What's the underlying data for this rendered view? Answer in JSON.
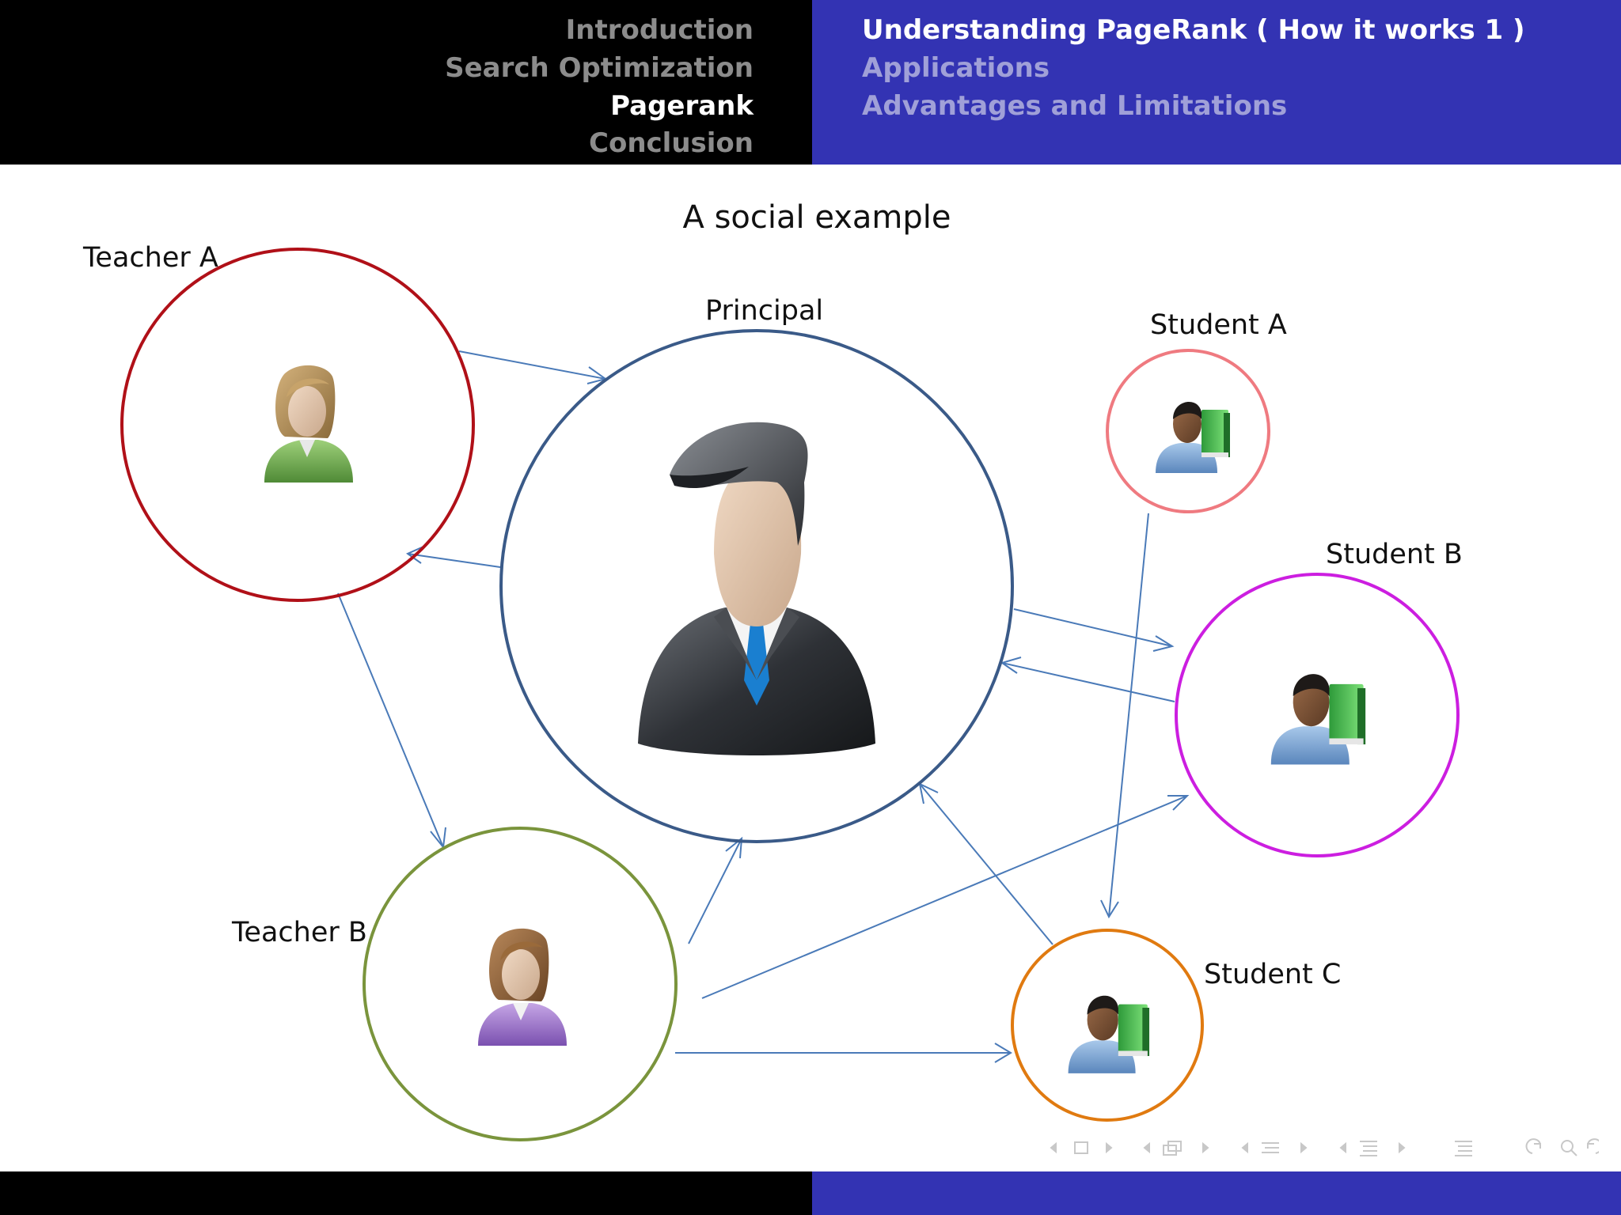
{
  "header": {
    "sections": [
      {
        "label": "Introduction",
        "active": false
      },
      {
        "label": "Search Optimization",
        "active": false
      },
      {
        "label": "Pagerank",
        "active": true
      },
      {
        "label": "Conclusion",
        "active": false
      }
    ],
    "subsections": [
      {
        "label": "Understanding PageRank ( How it works 1 )",
        "active": true
      },
      {
        "label": "Applications",
        "active": false
      },
      {
        "label": "Advantages and Limitations",
        "active": false
      }
    ]
  },
  "slide": {
    "title": "A social example"
  },
  "nodes": {
    "teacher_a": {
      "label": "Teacher A",
      "color": "#b01018",
      "icon": "female-user-icon"
    },
    "principal": {
      "label": "Principal",
      "color": "#3a5a88",
      "icon": "businessman-icon"
    },
    "student_a": {
      "label": "Student A",
      "color": "#ef7a80",
      "icon": "student-icon"
    },
    "student_b": {
      "label": "Student B",
      "color": "#cc1ee0",
      "icon": "student-icon"
    },
    "teacher_b": {
      "label": "Teacher B",
      "color": "#7a943c",
      "icon": "female-user-icon"
    },
    "student_c": {
      "label": "Student C",
      "color": "#e07a10",
      "icon": "student-icon"
    }
  },
  "edges": [
    {
      "from": "Teacher A",
      "to": "Principal"
    },
    {
      "from": "Principal",
      "to": "Teacher A"
    },
    {
      "from": "Teacher A",
      "to": "Teacher B"
    },
    {
      "from": "Teacher B",
      "to": "Principal"
    },
    {
      "from": "Teacher B",
      "to": "Student B"
    },
    {
      "from": "Teacher B",
      "to": "Student C"
    },
    {
      "from": "Principal",
      "to": "Student B"
    },
    {
      "from": "Student B",
      "to": "Principal"
    },
    {
      "from": "Student A",
      "to": "Student C"
    },
    {
      "from": "Student C",
      "to": "Principal"
    }
  ],
  "colors": {
    "header_left": "#000000",
    "header_right": "#3333b3",
    "edge": "#4a7ab8"
  },
  "nav_controls": [
    "frame-nav-icon",
    "slide-nav-icon",
    "section-nav-icon",
    "subsection-nav-icon",
    "toc-icon",
    "undo-search-redo-icon"
  ]
}
